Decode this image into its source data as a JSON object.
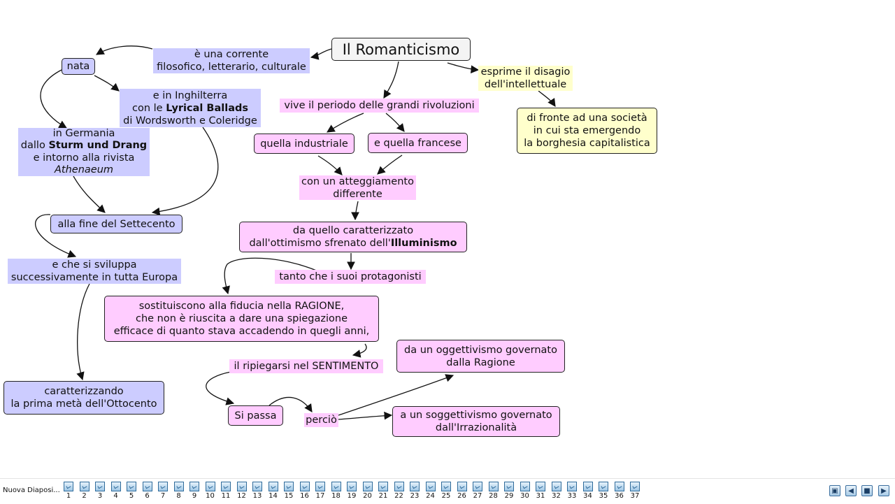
{
  "map": {
    "title": "Il Romanticismo",
    "corrente": [
      "è una corrente",
      "filosofico, letterario, culturale"
    ],
    "nata": "nata",
    "inghilterra": {
      "l1": "e in Inghilterra",
      "l2a": "con le ",
      "l2b": "Lyrical Ballads",
      "l3": "di Wordsworth e Coleridge"
    },
    "germania": {
      "l1": "in Germania",
      "l2a": "dallo ",
      "l2b": "Sturm und Drang",
      "l3": "e intorno alla rivista",
      "l4": "Athenaeum"
    },
    "settecento": "alla fine del Settecento",
    "sviluppa": [
      "e che si sviluppa",
      "successivamente in tutta Europa"
    ],
    "ottocento": [
      "caratterizzando",
      "la prima metà dell'Ottocento"
    ],
    "rivoluzioni": "vive il periodo delle grandi rivoluzioni",
    "industriale": "quella industriale",
    "francese": "e quella francese",
    "atteggiamento": [
      "con un atteggiamento",
      "differente"
    ],
    "illuminismo": {
      "l1": "da quello caratterizzato",
      "l2a": "dall'ottimismo sfrenato dell'",
      "l2b": "Illuminismo"
    },
    "protagonisti": "tanto che i suoi protagonisti",
    "ragione": [
      "sostituiscono alla fiducia nella RAGIONE,",
      "che non è riuscita a dare una spiegazione",
      "efficace di quanto stava accadendo in quegli anni,"
    ],
    "sentimento": "il ripiegarsi nel SENTIMENTO",
    "si_passa": "Si passa",
    "percio": "perciò",
    "oggettivismo": [
      "da un oggettivismo governato",
      "dalla Ragione"
    ],
    "soggettivismo": [
      "a un soggettivismo governato",
      "dall'Irrazionalità"
    ],
    "disagio": [
      "esprime il disagio",
      "dell'intellettuale"
    ],
    "societa": [
      "di fronte ad una società",
      "in cui sta emergendo",
      "la borghesia capitalistica"
    ]
  },
  "colors": {
    "blue": "#ccccff",
    "pink": "#ffccff",
    "yellow": "#ffffcc"
  },
  "toolbar": {
    "label": "Nuova Diaposi...",
    "slides": [
      "1",
      "2",
      "3",
      "4",
      "5",
      "6",
      "7",
      "8",
      "9",
      "10",
      "11",
      "12",
      "13",
      "14",
      "15",
      "16",
      "17",
      "18",
      "19",
      "20",
      "21",
      "22",
      "23",
      "24",
      "25",
      "26",
      "27",
      "28",
      "29",
      "30",
      "31",
      "32",
      "33",
      "34",
      "35",
      "36",
      "37"
    ],
    "controls": [
      "fit-icon",
      "prev-icon",
      "stop-icon",
      "next-icon"
    ]
  }
}
